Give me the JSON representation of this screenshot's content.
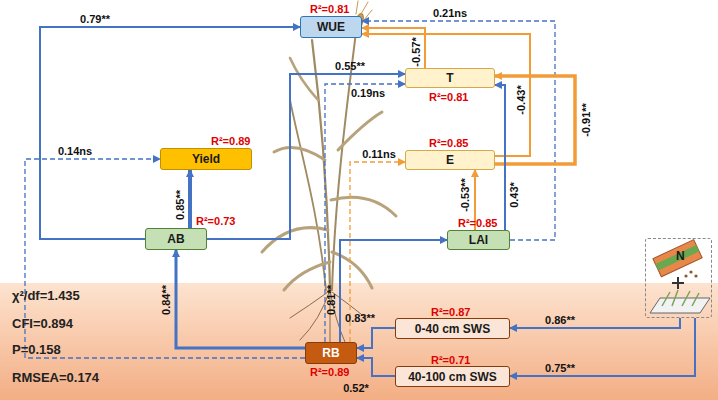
{
  "diagram": {
    "nodes": [
      {
        "text": [
          "WUE",
          "R²=0.81"
        ]
      },
      {
        "text": [
          "T",
          "R²=0.81"
        ]
      },
      {
        "text": [
          "Yield",
          "R²=0.89"
        ]
      },
      {
        "text": [
          "E",
          "R²=0.85"
        ]
      },
      {
        "text": [
          "AB",
          "R²=0.73"
        ]
      },
      {
        "text": [
          "LAI",
          "R²=0.85"
        ]
      },
      {
        "text": [
          "N"
        ]
      },
      {
        "text": [
          "0-40 cm SWS",
          "R²=0.87"
        ]
      },
      {
        "text": [
          "RB",
          "R²=0.89"
        ]
      },
      {
        "text": [
          "40-100 cm SWS",
          "R²=0.71"
        ]
      }
    ],
    "edges": [
      {
        "from": 4,
        "to": 0,
        "label": "0.79**",
        "arrow": "to"
      },
      {
        "from": 4,
        "to": 2,
        "label": "0.85**",
        "arrow": "to"
      },
      {
        "from": 4,
        "to": 1,
        "label": "0.55**",
        "arrow": "to"
      },
      {
        "from": 8,
        "to": 1,
        "label": "0.19ns",
        "arrow": "to"
      },
      {
        "from": 1,
        "to": 0,
        "label": "-0.57*",
        "arrow": "to"
      },
      {
        "from": 3,
        "to": 0,
        "label": "-0.43*",
        "arrow": "to"
      },
      {
        "from": 5,
        "to": 0,
        "label": "0.21ns",
        "arrow": "to"
      },
      {
        "from": 3,
        "to": 1,
        "label": "-0.91**",
        "arrow": "to"
      },
      {
        "from": 5,
        "to": 1,
        "label": "0.43*",
        "arrow": "to"
      },
      {
        "from": 5,
        "to": 3,
        "label": "-0.53**",
        "arrow": "to"
      },
      {
        "from": 8,
        "to": 3,
        "label": "0.11ns",
        "arrow": "to"
      },
      {
        "from": 8,
        "to": 5,
        "label": "0.81**",
        "arrow": "to"
      },
      {
        "from": 8,
        "to": 4,
        "label": "0.84**",
        "arrow": "to"
      },
      {
        "from": 8,
        "to": 2,
        "label": "0.14ns",
        "arrow": "to"
      },
      {
        "from": 7,
        "to": 8,
        "label": "0.83**",
        "arrow": "to"
      },
      {
        "from": 9,
        "to": 8,
        "label": "0.52*",
        "arrow": "to"
      },
      {
        "from": 6,
        "to": 7,
        "label": "0.86**",
        "arrow": "to"
      },
      {
        "from": 6,
        "to": 9,
        "label": "0.75**",
        "arrow": "to"
      }
    ],
    "labels": [
      "χ²/df=1.435",
      "CFI=0.894",
      "P=0.158",
      "RMSEA=0.174"
    ]
  }
}
